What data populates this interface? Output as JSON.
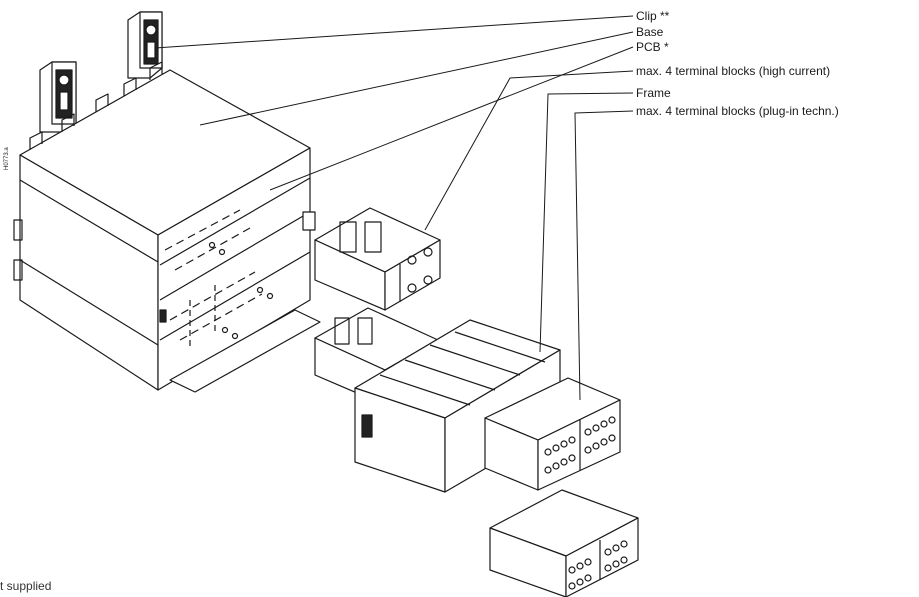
{
  "callouts": {
    "clip": "Clip **",
    "base": "Base",
    "pcb": "PCB *",
    "terminal_high_current": "max. 4 terminal blocks (high current)",
    "frame": "Frame",
    "terminal_plugin": "max. 4 terminal blocks (plug-in techn.)"
  },
  "part_code": "H0773.a",
  "footnote": "t supplied",
  "colors": {
    "line": "#1a1a1a",
    "background": "#ffffff"
  }
}
